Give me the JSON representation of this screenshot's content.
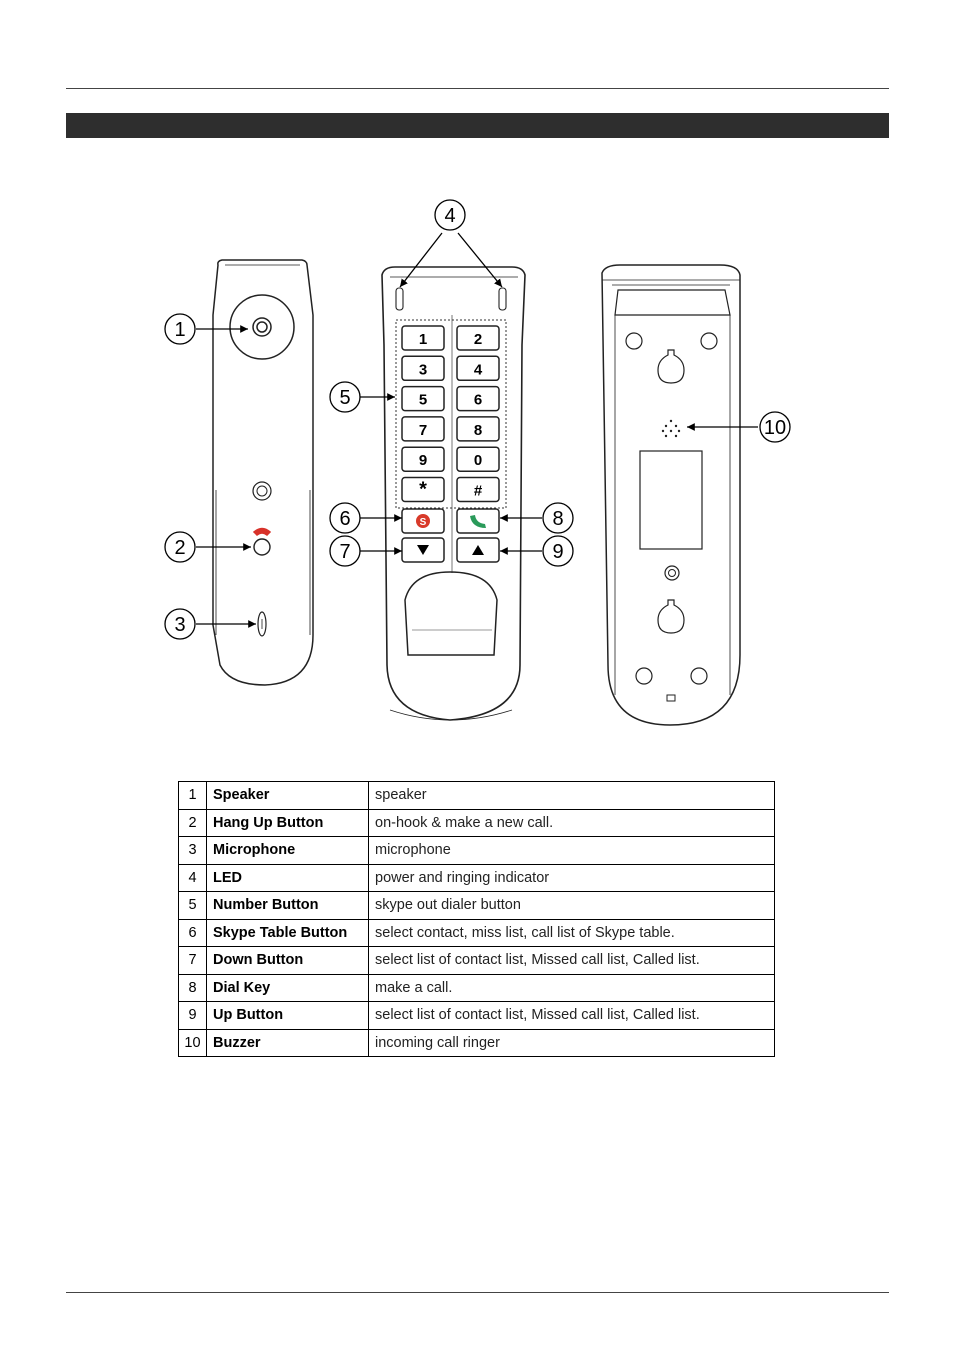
{
  "callouts": [
    "1",
    "2",
    "3",
    "4",
    "5",
    "6",
    "7",
    "8",
    "9",
    "10"
  ],
  "keypad": [
    "1",
    "2",
    "3",
    "4",
    "5",
    "6",
    "7",
    "8",
    "9",
    "0",
    "*",
    "#"
  ],
  "table": {
    "rows": [
      {
        "num": "1",
        "name": "Speaker",
        "desc": "speaker"
      },
      {
        "num": "2",
        "name": "Hang Up Button",
        "desc": "on-hook & make a new call."
      },
      {
        "num": "3",
        "name": "Microphone",
        "desc": "microphone"
      },
      {
        "num": "4",
        "name": "LED",
        "desc": "power and ringing indicator"
      },
      {
        "num": "5",
        "name": "Number Button",
        "desc": "skype out dialer button"
      },
      {
        "num": "6",
        "name": "Skype Table Button",
        "desc": "select contact, miss list, call list of Skype table."
      },
      {
        "num": "7",
        "name": "Down Button",
        "desc": "select list of contact list, Missed call list, Called list."
      },
      {
        "num": "8",
        "name": "Dial Key",
        "desc": "make a call."
      },
      {
        "num": "9",
        "name": "Up Button",
        "desc": "select list of contact list, Missed call list, Called list."
      },
      {
        "num": "10",
        "name": "Buzzer",
        "desc": "incoming call ringer"
      }
    ]
  },
  "colors": {
    "title_bar": "#2e2e2e",
    "hangup_red": "#d8322a",
    "skype_red": "#d83a2a",
    "dial_green": "#2a9a5a"
  }
}
